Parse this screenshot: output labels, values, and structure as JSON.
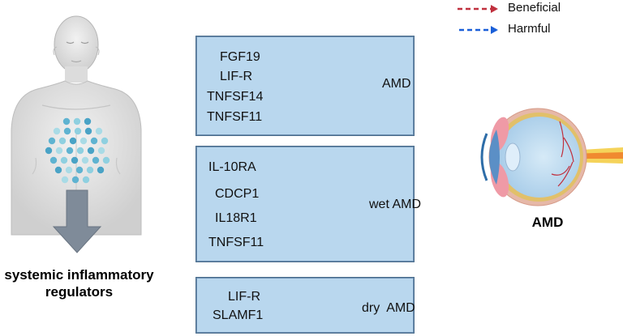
{
  "legend": {
    "beneficial": {
      "label": "Beneficial",
      "color": "#c0303e"
    },
    "harmful": {
      "label": "Harmful",
      "color": "#1a5fd8"
    }
  },
  "left_caption": {
    "line1": "systemic inflammatory",
    "line2": "regulators"
  },
  "eye_caption": "AMD",
  "panels": [
    {
      "target": "AMD",
      "regulators": [
        {
          "name": "FGF19",
          "effect": "beneficial"
        },
        {
          "name": "LIF-R",
          "effect": "beneficial"
        },
        {
          "name": "TNFSF14",
          "effect": "harmful"
        },
        {
          "name": "TNFSF11",
          "effect": "harmful"
        }
      ]
    },
    {
      "target": "wet AMD",
      "regulators": [
        {
          "name": "IL-10RA",
          "effect": "beneficial"
        },
        {
          "name": "CDCP1",
          "effect": "harmful"
        },
        {
          "name": "IL18R1",
          "effect": "harmful"
        },
        {
          "name": "TNFSF11",
          "effect": "harmful"
        }
      ]
    },
    {
      "target": "dry  AMD",
      "regulators": [
        {
          "name": "LIF-R",
          "effect": "beneficial"
        },
        {
          "name": "SLAMF1",
          "effect": "harmful"
        }
      ]
    }
  ]
}
